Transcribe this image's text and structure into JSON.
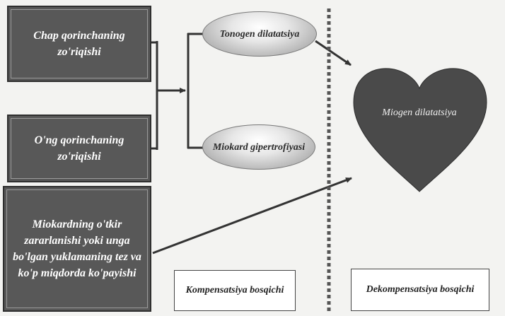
{
  "boxes": {
    "left_ventricle": "Chap qorinchaning zo'riqishi",
    "right_ventricle": "O'ng qorinchaning zo'riqishi",
    "acute_damage": "Miokardning o'tkir zararlanishi yoki unga bo'lgan yuklamaning tez va ko'p miqdorda ko'payishi"
  },
  "ellipses": {
    "tonogenic": "Tonogen dilatatsiya",
    "hypertrophy": "Miokard gipertrofiyasi"
  },
  "heart": {
    "label": "Miogen dilatatsiya"
  },
  "stages": {
    "compensation": "Kompensatsiya bosqichi",
    "decompensation": "Dekompensatsiya bosqichi"
  },
  "colors": {
    "box_fill": "#585858",
    "heart_fill": "#4a4a4a",
    "divider": "#555555",
    "arrow": "#333333"
  }
}
